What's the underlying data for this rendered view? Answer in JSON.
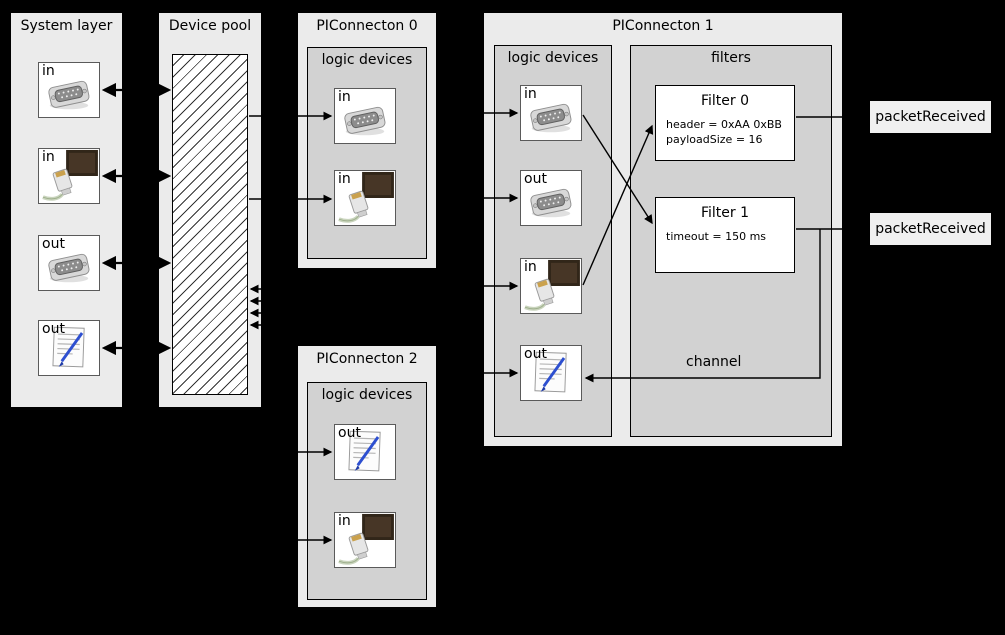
{
  "diagram": {
    "system_layer": {
      "title": "System layer",
      "devices": [
        {
          "label": "in",
          "icon": "serial-connector"
        },
        {
          "label": "in",
          "icon": "ethernet-connector"
        },
        {
          "label": "out",
          "icon": "serial-connector"
        },
        {
          "label": "out",
          "icon": "script-file"
        }
      ]
    },
    "device_pool": {
      "title": "Device pool"
    },
    "piconnecton_0": {
      "title": "PIConnecton 0",
      "section": "logic devices",
      "devices": [
        {
          "label": "in",
          "icon": "serial-connector"
        },
        {
          "label": "in",
          "icon": "ethernet-connector"
        }
      ]
    },
    "piconnecton_1": {
      "title": "PIConnecton 1",
      "section": "logic devices",
      "filters_section": "filters",
      "channel_label": "channel",
      "devices": [
        {
          "label": "in",
          "icon": "serial-connector"
        },
        {
          "label": "out",
          "icon": "serial-connector"
        },
        {
          "label": "in",
          "icon": "ethernet-connector"
        },
        {
          "label": "out",
          "icon": "script-file"
        }
      ],
      "filters": [
        {
          "name": "Filter 0",
          "params": [
            "header = 0xAA 0xBB",
            "payloadSize = 16"
          ]
        },
        {
          "name": "Filter 1",
          "params": [
            "timeout = 150 ms"
          ]
        }
      ]
    },
    "piconnecton_2": {
      "title": "PIConnecton 2",
      "section": "logic devices",
      "devices": [
        {
          "label": "out",
          "icon": "script-file"
        },
        {
          "label": "in",
          "icon": "ethernet-connector"
        }
      ]
    },
    "events": [
      {
        "label": "packetReceived"
      },
      {
        "label": "packetReceived"
      }
    ]
  }
}
